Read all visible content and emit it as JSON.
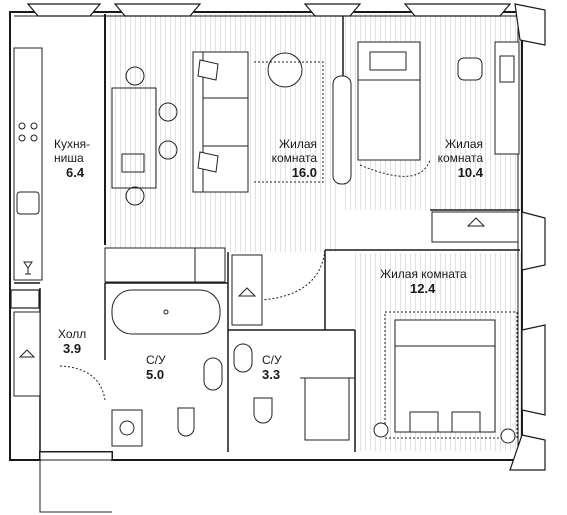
{
  "plan": {
    "rooms": [
      {
        "id": "kitchen",
        "name": "Кухня-\nниша",
        "area": "6.4"
      },
      {
        "id": "living",
        "name": "Жилая\nкомната",
        "area": "16.0"
      },
      {
        "id": "bedroom-top-right",
        "name": "Жилая\nкомната",
        "area": "10.4"
      },
      {
        "id": "bedroom-bottom-right",
        "name": "Жилая комната",
        "area": "12.4"
      },
      {
        "id": "hall",
        "name": "Холл",
        "area": "3.9"
      },
      {
        "id": "bathroom-1",
        "name": "С/У",
        "area": "5.0"
      },
      {
        "id": "bathroom-2",
        "name": "С/У",
        "area": "3.3"
      }
    ]
  },
  "colors": {
    "wall": "#1a1a1a",
    "hatch": "#c8c8c8",
    "floor": "#ffffff",
    "furniture": "#222222"
  }
}
